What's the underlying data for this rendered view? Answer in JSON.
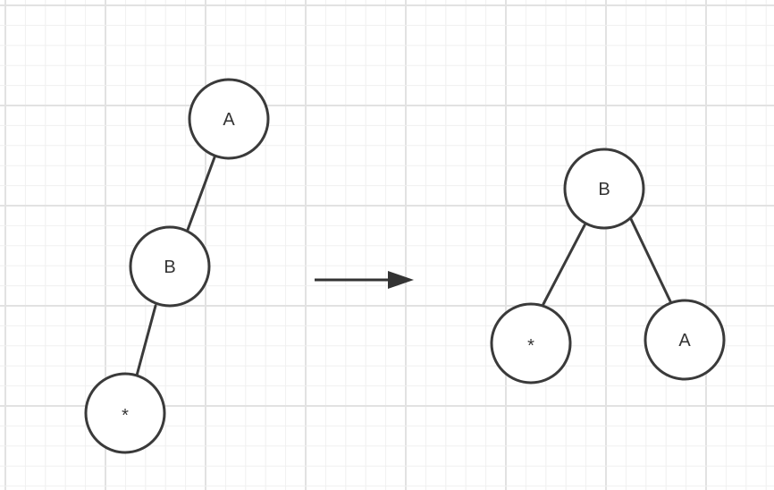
{
  "canvas": {
    "background_color": "#ffffff",
    "grid_minor_color": "#f0f0f0",
    "grid_major_color": "#e2e2e2"
  },
  "colors": {
    "stroke": "#3a3a3a",
    "node_fill": "#ffffff",
    "label": "#333333"
  },
  "left_tree": {
    "nodes": {
      "a": "A",
      "b": "B",
      "star": "*"
    }
  },
  "right_tree": {
    "nodes": {
      "b": "B",
      "star": "*",
      "a": "A"
    }
  }
}
